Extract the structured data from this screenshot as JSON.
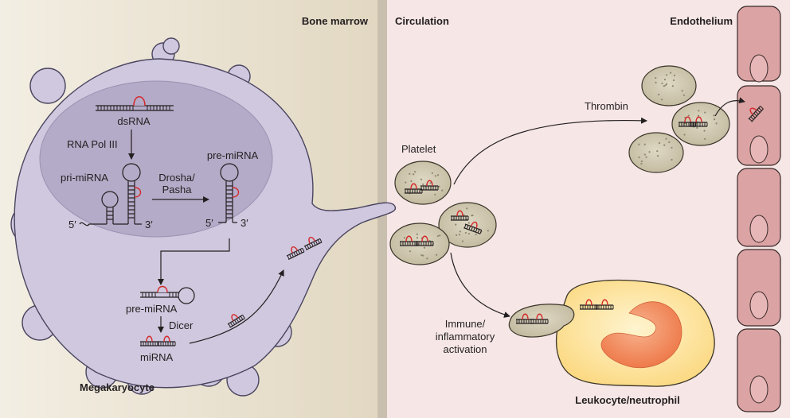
{
  "regions": {
    "bone_marrow": "Bone marrow",
    "circulation": "Circulation",
    "endothelium": "Endothelium"
  },
  "cells": {
    "megakaryocyte": "Megakaryocyte",
    "platelet": "Platelet",
    "leukocyte": "Leukocyte/neutrophil"
  },
  "nucleus": {
    "dsrna": "dsRNA",
    "rna_pol": "RNA Pol III",
    "pri_mirna": "pri-miRNA",
    "pre_mirna": "pre-miRNA",
    "drosha_line1": "Drosha/",
    "drosha_line2": "Pasha",
    "five_prime": "5′",
    "three_prime": "3′"
  },
  "cytoplasm": {
    "pre_mirna": "pre-miRNA",
    "dicer": "Dicer",
    "mirna": "miRNA"
  },
  "processes": {
    "thrombin": "Thrombin",
    "immune_line1": "Immune/",
    "immune_line2": "inflammatory",
    "immune_line3": "activation"
  },
  "colors": {
    "bone_marrow_bg": "#e9e0cd",
    "circulation_bg": "#f6e6e6",
    "megakaryocyte_fill": "#cfc8de",
    "nucleus_fill": "#b4abc8",
    "platelet_fill": "#cfc7b0",
    "endothelial_fill": "#dba3a3",
    "leukocyte_fill": "#fde8a6",
    "neutrophil_nucleus": "#f08a5c",
    "rna_red": "#d42a2a"
  }
}
